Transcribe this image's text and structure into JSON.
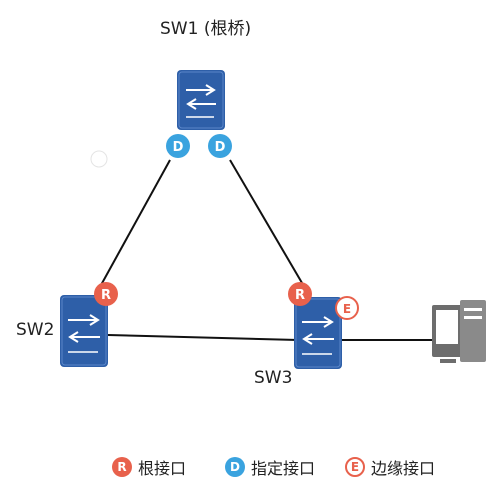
{
  "nodes": {
    "sw1": {
      "label": "SW1 (根桥)"
    },
    "sw2": {
      "label": "SW2"
    },
    "sw3": {
      "label": "SW3"
    },
    "pc": {
      "label": ""
    }
  },
  "port_badges": {
    "root": "R",
    "designated": "D",
    "edge": "E"
  },
  "legend": [
    {
      "badge": "R",
      "label": "根接口",
      "kind": "root"
    },
    {
      "badge": "D",
      "label": "指定接口",
      "kind": "designated"
    },
    {
      "badge": "E",
      "label": "边缘接口",
      "kind": "edge"
    }
  ],
  "colors": {
    "switch_fill": "#2e5fa8",
    "root_port": "#e8614c",
    "designated_port": "#3aa3df",
    "edge_port": "#e8614c",
    "link": "#111111",
    "pc": "#6d6d6d"
  }
}
